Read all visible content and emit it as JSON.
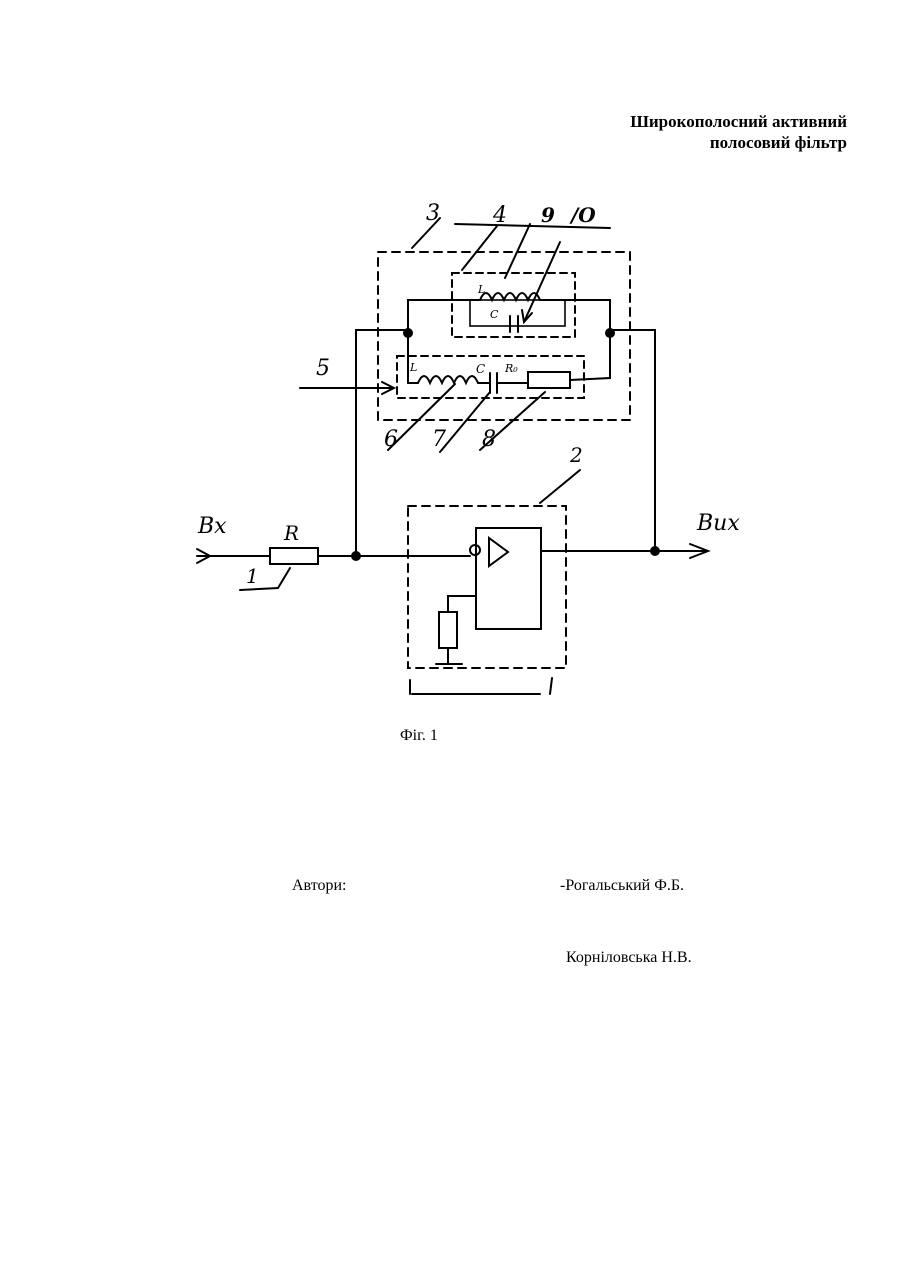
{
  "title": {
    "line1": "Широкополосний активний",
    "line2": "полосовий фільтр"
  },
  "diagram": {
    "labels": {
      "input": "Вх",
      "output": "Вих",
      "resistor_R": "R",
      "ref_1": "1",
      "ref_2": "2",
      "ref_3": "3",
      "ref_4": "4",
      "ref_5": "5",
      "ref_6": "6",
      "ref_7": "7",
      "ref_8": "8",
      "ref_9": "9",
      "ref_10": "/О",
      "upper_L": "L",
      "upper_C": "C",
      "lower_L": "L",
      "lower_C": "C",
      "lower_R0": "R₀"
    }
  },
  "caption": "Фіг. 1",
  "authors": {
    "label": "Автори:",
    "names": [
      "-Рогальський Ф.Б.",
      "Корніловська Н.В."
    ]
  }
}
